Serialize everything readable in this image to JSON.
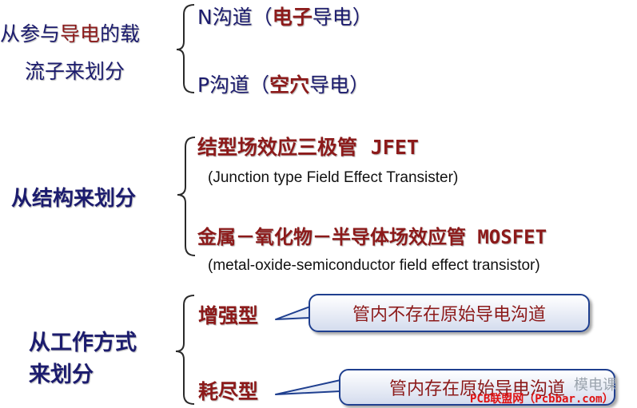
{
  "section_carrier": {
    "category": {
      "part1": "从参与",
      "part2": "导电",
      "part3": "的载",
      "line2": "流子来划分"
    },
    "n_channel": {
      "label": "N沟道",
      "open": "（",
      "carrier": "电子",
      "suffix": "导电）"
    },
    "p_channel": {
      "label": "P沟道",
      "open": "（",
      "carrier": "空穴",
      "suffix": "导电）"
    }
  },
  "section_structure": {
    "category": "从结构来划分",
    "jfet": {
      "name": "结型场效应三极管",
      "abbr": "JFET",
      "english": "(Junction type  Field  Effect Transister)"
    },
    "mosfet": {
      "name": "金属－氧化物－半导体场效应管",
      "abbr": "MOSFET",
      "english": "(metal-oxide-semiconductor field effect transistor)"
    }
  },
  "section_mode": {
    "category_line1": "从工作方式",
    "category_line2": "来划分",
    "enhancement": {
      "label": "增强型",
      "note": "管内不存在原始导电沟道"
    },
    "depletion": {
      "label": "耗尽型",
      "note": "管内存在原始导电沟道"
    }
  },
  "watermark": {
    "channel": "模电课",
    "site": "PCB联盟网（Pcbbar.com）"
  },
  "colors": {
    "navy": "#1c1c6e",
    "dark_red": "#8c1a1a",
    "brace": "#2a2a2a",
    "callout_border": "#1f3f8f",
    "watermark_red": "#e01010"
  }
}
